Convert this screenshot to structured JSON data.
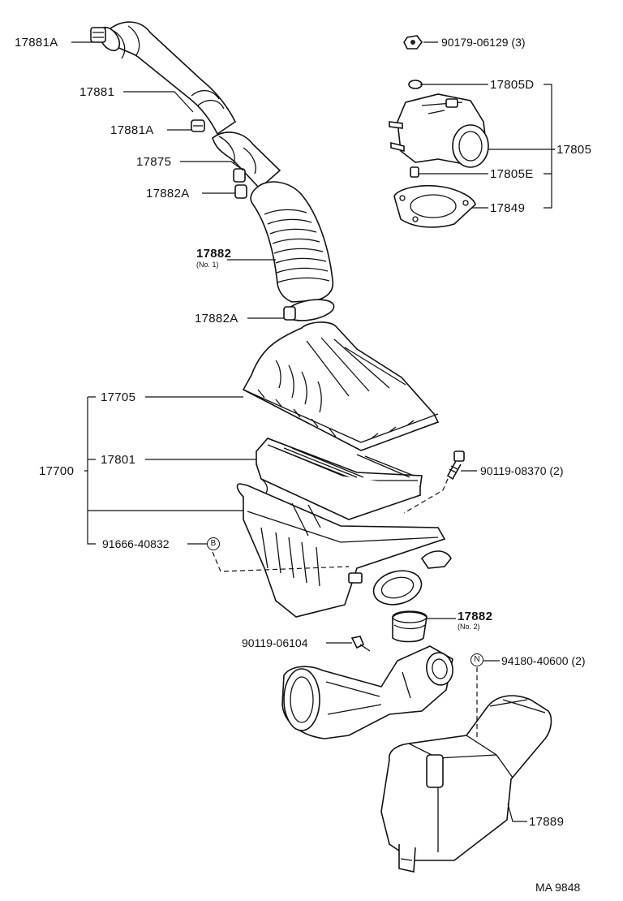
{
  "diagram": {
    "reference": "MA 9848",
    "callouts": {
      "c17881A_top": "17881A",
      "c17881": "17881",
      "c17881A_mid": "17881A",
      "c17875": "17875",
      "c17882A_top": "17882A",
      "c17882_no1": "17882",
      "c17882_no1_note": "(No. 1)",
      "c17882A_low": "17882A",
      "c17705": "17705",
      "c17801": "17801",
      "c17700": "17700",
      "c91666": "91666-40832",
      "c90119_08370": "90119-08370 (2)",
      "c17882_no2": "17882",
      "c17882_no2_note": "(No. 2)",
      "c90119_06104": "90119-06104",
      "c94180": "94180-40600 (2)",
      "c17889": "17889",
      "c90179": "90179-06129 (3)",
      "c17805D": "17805D",
      "c17805": "17805",
      "c17805E": "17805E",
      "c17849": "17849"
    },
    "markers": {
      "b_marker": "B",
      "n_marker": "N"
    }
  }
}
